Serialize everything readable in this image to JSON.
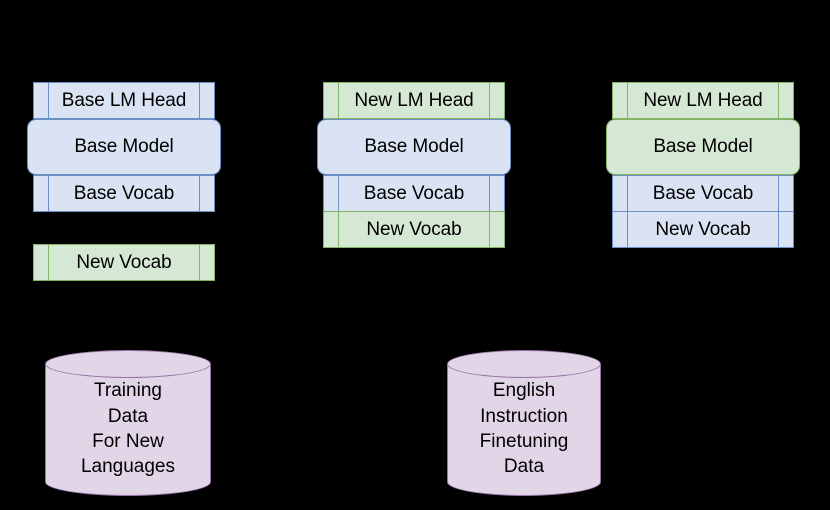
{
  "diagram": {
    "background_color": "#000000",
    "palette": {
      "blue_fill": "#dae3f3",
      "blue_stroke": "#6b8fc4",
      "green_fill": "#d5e8d4",
      "green_stroke": "#82b366",
      "purple_fill": "#e1d5e7",
      "purple_stroke": "#9673a6",
      "text_color": "#000000"
    },
    "stacks": [
      {
        "id": "stage-1-base-model",
        "layers": [
          {
            "label": "Base LM Head",
            "color": "blue",
            "shape": "flat"
          },
          {
            "label": "Base\nModel",
            "color": "blue",
            "shape": "rounded"
          },
          {
            "label": "Base Vocab",
            "color": "blue",
            "shape": "flat"
          }
        ],
        "detached": [
          {
            "label": "New Vocab",
            "color": "green",
            "shape": "flat"
          }
        ]
      },
      {
        "id": "stage-2-expanded-vocab",
        "layers": [
          {
            "label": "New LM Head",
            "color": "green",
            "shape": "flat"
          },
          {
            "label": "Base\nModel",
            "color": "blue",
            "shape": "rounded"
          },
          {
            "label": "Base Vocab",
            "color": "blue",
            "shape": "flat"
          },
          {
            "label": "New Vocab",
            "color": "green",
            "shape": "flat"
          }
        ],
        "detached": []
      },
      {
        "id": "stage-3-finetuned-model",
        "layers": [
          {
            "label": "New LM Head",
            "color": "green",
            "shape": "flat"
          },
          {
            "label": "Base\nModel",
            "color": "green",
            "shape": "rounded"
          },
          {
            "label": "Base Vocab",
            "color": "blue",
            "shape": "flat"
          },
          {
            "label": "New Vocab",
            "color": "blue",
            "shape": "flat"
          }
        ],
        "detached": []
      }
    ],
    "datastores": [
      {
        "id": "training-data-new-languages",
        "label": "Training\nData\nFor New\nLanguages",
        "color": "purple"
      },
      {
        "id": "english-instruction-finetuning-data",
        "label": "English\nInstruction\nFinetuning\nData",
        "color": "purple"
      }
    ]
  }
}
